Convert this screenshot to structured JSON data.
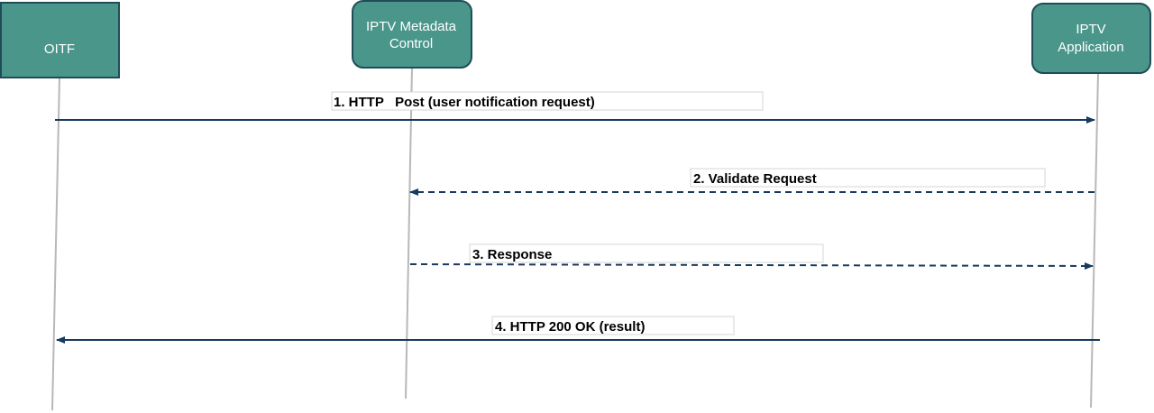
{
  "colors": {
    "participant_fill": "#4a968b",
    "participant_stroke": "#1f4d57",
    "arrow": "#173a5e",
    "lifeline": "#b8b8b8",
    "label_box_border": "#d4d4d4"
  },
  "participants": [
    {
      "id": "oitf",
      "label": "OITF"
    },
    {
      "id": "metadata",
      "label_line1": "IPTV Metadata",
      "label_line2": "Control"
    },
    {
      "id": "app",
      "label_line1": "IPTV",
      "label_line2": "Application"
    }
  ],
  "messages": [
    {
      "label": "1. HTTP   Post (user notification request)",
      "from": "oitf",
      "to": "app",
      "style": "solid"
    },
    {
      "label": "2. Validate Request",
      "from": "app",
      "to": "metadata",
      "style": "dashed"
    },
    {
      "label": "3. Response",
      "from": "metadata",
      "to": "app",
      "style": "dashed"
    },
    {
      "label": "4. HTTP 200 OK (result)",
      "from": "app",
      "to": "oitf",
      "style": "solid"
    }
  ]
}
